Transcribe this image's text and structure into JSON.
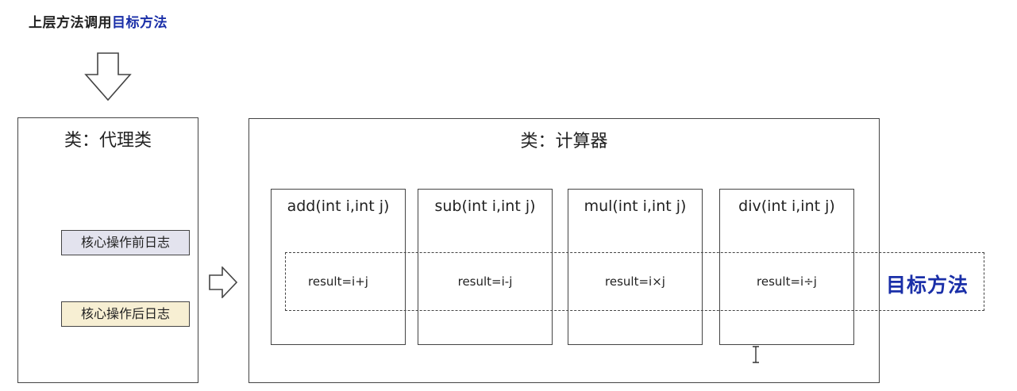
{
  "caption": {
    "prefix": "上层方法调用",
    "highlight": "目标方法"
  },
  "proxy_class": {
    "title": "类：代理类",
    "before_log": "核心操作前日志",
    "after_log": "核心操作后日志"
  },
  "calculator_class": {
    "title": "类：计算器",
    "methods": [
      {
        "signature": "add(int i,int j)",
        "result": "result=i+j"
      },
      {
        "signature": "sub(int i,int j)",
        "result": "result=i-j"
      },
      {
        "signature": "mul(int i,int j)",
        "result": "result=i×j"
      },
      {
        "signature": "div(int i,int j)",
        "result": "result=i÷j"
      }
    ]
  },
  "target_label": "目标方法",
  "colors": {
    "accent_blue": "#1a2fa8",
    "before_log_bg": "#e3e3ee",
    "after_log_bg": "#f7efd3",
    "border": "#444444"
  },
  "icons": {
    "down_arrow": "hollow-down-arrow-icon",
    "right_arrow": "hollow-right-arrow-icon",
    "cursor": "text-cursor-icon"
  }
}
